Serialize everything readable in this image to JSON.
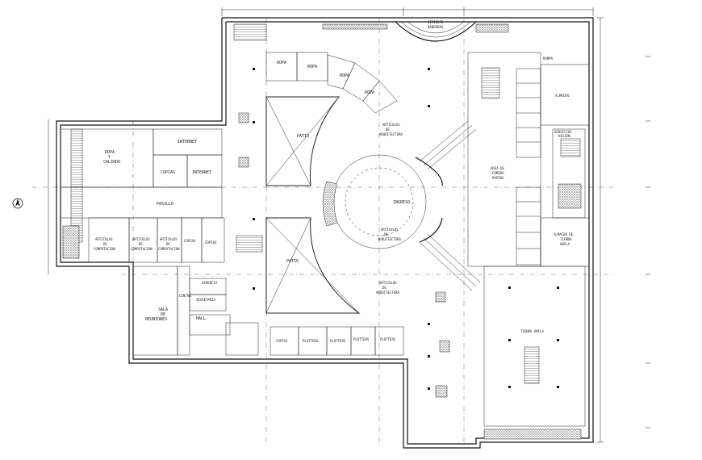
{
  "plan": {
    "labels": {
      "cimiento": [
        "CIMIENTO",
        "BANDERAS"
      ],
      "ropa1": "ROPA",
      "ropa2": "ROPA",
      "ropa3": "ROPA",
      "ropa4": "ROPA",
      "patio_top": "PATIO",
      "patio_bottom": "PATIO",
      "articulos_arq_1": [
        "ARTICULOS",
        "DE",
        "ARQUITECTURA"
      ],
      "articulos_arq_2": [
        "ARTICULOS",
        "DE",
        "ARQUITECTURA"
      ],
      "articulos_arq_3": [
        "ARTICULOS",
        "DE",
        "ARQUITECTURA"
      ],
      "ingreso": "INGRESO",
      "ropa_calzado": [
        "ROPA",
        "Y",
        "CALZADO"
      ],
      "internet1": "INTERNET",
      "internet2": "INTERNET",
      "copias1": "COPIAS",
      "pasillo": "PASILLO",
      "articulos_comp_1": [
        "ARTICULOS",
        "DE",
        "COMPUTACION"
      ],
      "articulos_comp_2": [
        "ARTICULOS",
        "DE",
        "COMPUTACION"
      ],
      "articulos_comp_3": [
        "ARTICULOS",
        "DE",
        "COMPUTACION"
      ],
      "copias2": "COPIAS",
      "copias3": "COPIAS",
      "sala_reuniones": [
        "SALA",
        "DE",
        "REUNIONES"
      ],
      "gerencia": "GERENCIA",
      "contab": "CONTAB.",
      "secretaria": "SECRETARIA",
      "hall": "HALL",
      "copias4": "COPIAS",
      "plotters1": "PLOTTERS",
      "plotters2": "PLOTTERS",
      "plotters3": "PLOTTERS",
      "plotters4": "PLOTTERS",
      "almacen": "ALMACEN",
      "area_comida": [
        "AREA DE",
        "COMIDA",
        "RAPIDA"
      ],
      "almacen_tienda": [
        "ALMACEN DE",
        "TIENDA",
        "ANCLA"
      ],
      "tienda_ancla": "TIENDA ANCLA",
      "rampa": "RAMPA",
      "servicios": [
        "SERVICIOS",
        "HIGIEN."
      ]
    },
    "colors": {
      "line": "#111111",
      "background": "#ffffff"
    }
  }
}
